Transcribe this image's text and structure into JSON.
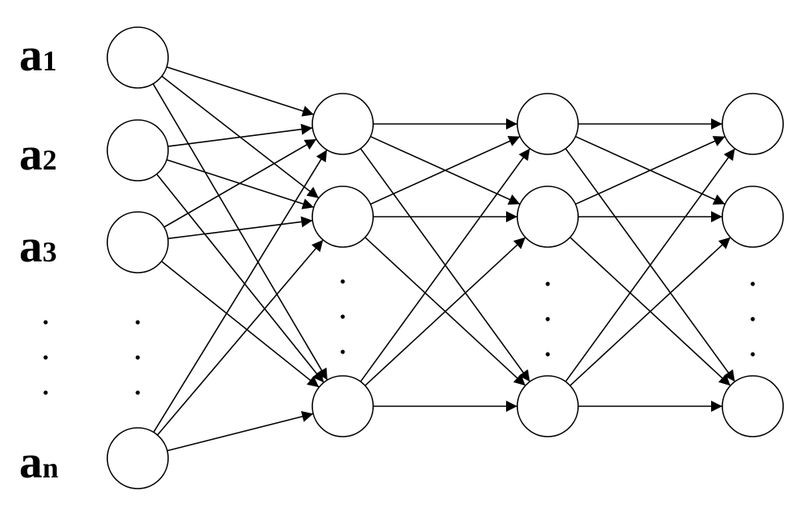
{
  "input_labels": [
    {
      "base": "a",
      "sub": "1"
    },
    {
      "base": "a",
      "sub": "2"
    },
    {
      "base": "a",
      "sub": "3"
    },
    {
      "base": "a",
      "sub": "n"
    }
  ],
  "colors": {
    "stroke": "#000000",
    "node_fill": "#ffffff",
    "background": "#ffffff"
  },
  "structure": {
    "layers": 4,
    "input_layer_visible_nodes": 4,
    "hidden_layer_visible_nodes": 3,
    "output_layer_visible_nodes": 3,
    "connectivity": "fully-connected",
    "ellipsis_between_nodes": true
  }
}
